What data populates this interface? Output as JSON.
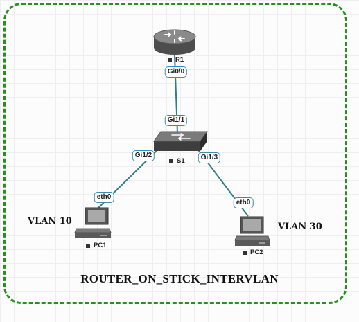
{
  "title": "ROUTER_ON_STICK_INTERVLAN",
  "nodes": {
    "r1": {
      "label": "R1"
    },
    "s1": {
      "label": "S1"
    },
    "pc1": {
      "label": "PC1"
    },
    "pc2": {
      "label": "PC2"
    }
  },
  "interfaces": {
    "r1_gi0_0": "Gi0/0",
    "s1_gi1_1": "Gi1/1",
    "s1_gi1_2": "Gi1/2",
    "s1_gi1_3": "Gi1/3",
    "pc1_eth0": "eth0",
    "pc2_eth0": "eth0"
  },
  "vlans": {
    "pc1": "VLAN 10",
    "pc2": "VLAN 30"
  },
  "colors": {
    "frame": "#27901f",
    "link": "#2f7f8a",
    "interface_border": "#3c8bb5"
  },
  "icons": {
    "r1": "router-icon",
    "s1": "switch-icon",
    "pc1": "desktop-pc-icon",
    "pc2": "desktop-pc-icon"
  }
}
